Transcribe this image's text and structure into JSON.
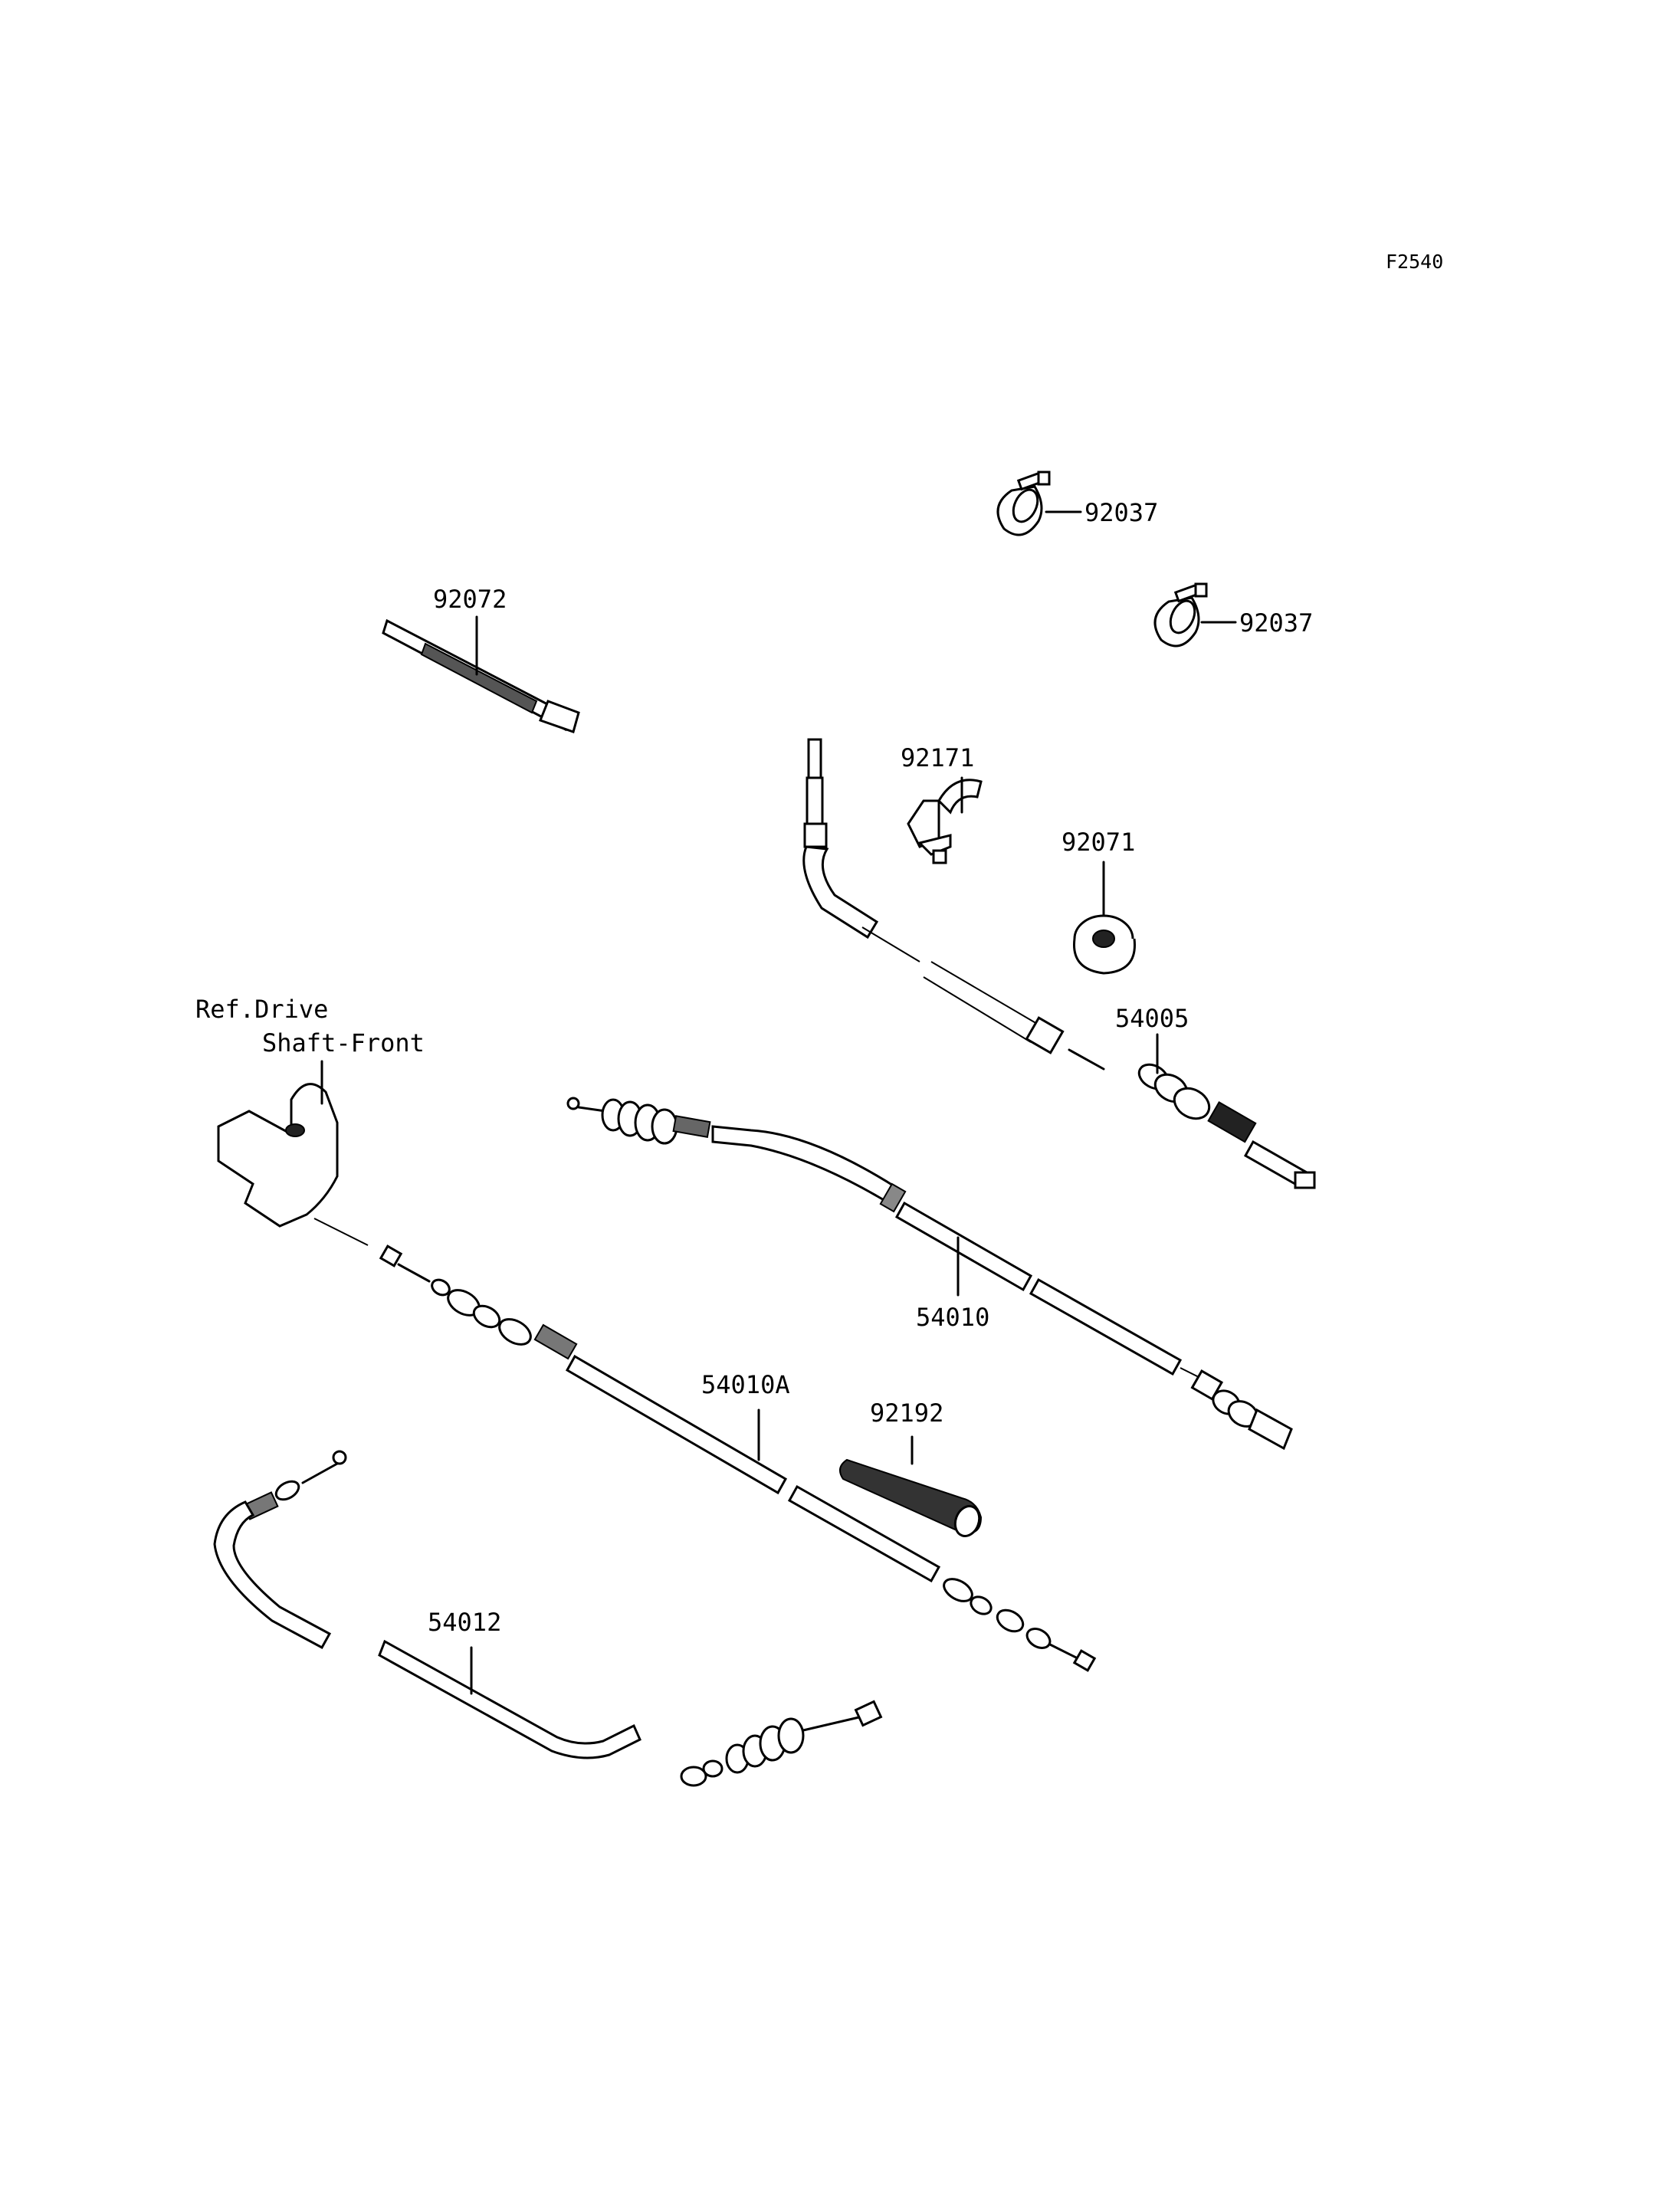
{
  "figure_code": "F2540",
  "parts": [
    {
      "id": "p-92037-a",
      "number": "92037"
    },
    {
      "id": "p-92037-b",
      "number": "92037"
    },
    {
      "id": "p-92072",
      "number": "92072"
    },
    {
      "id": "p-92171",
      "number": "92171"
    },
    {
      "id": "p-92071",
      "number": "92071"
    },
    {
      "id": "p-54005",
      "number": "54005"
    },
    {
      "id": "p-54010",
      "number": "54010"
    },
    {
      "id": "p-54010A",
      "number": "54010A"
    },
    {
      "id": "p-92192",
      "number": "92192"
    },
    {
      "id": "p-54012",
      "number": "54012"
    }
  ],
  "reference": {
    "line1": "Ref.Drive",
    "line2": "Shaft-Front"
  }
}
